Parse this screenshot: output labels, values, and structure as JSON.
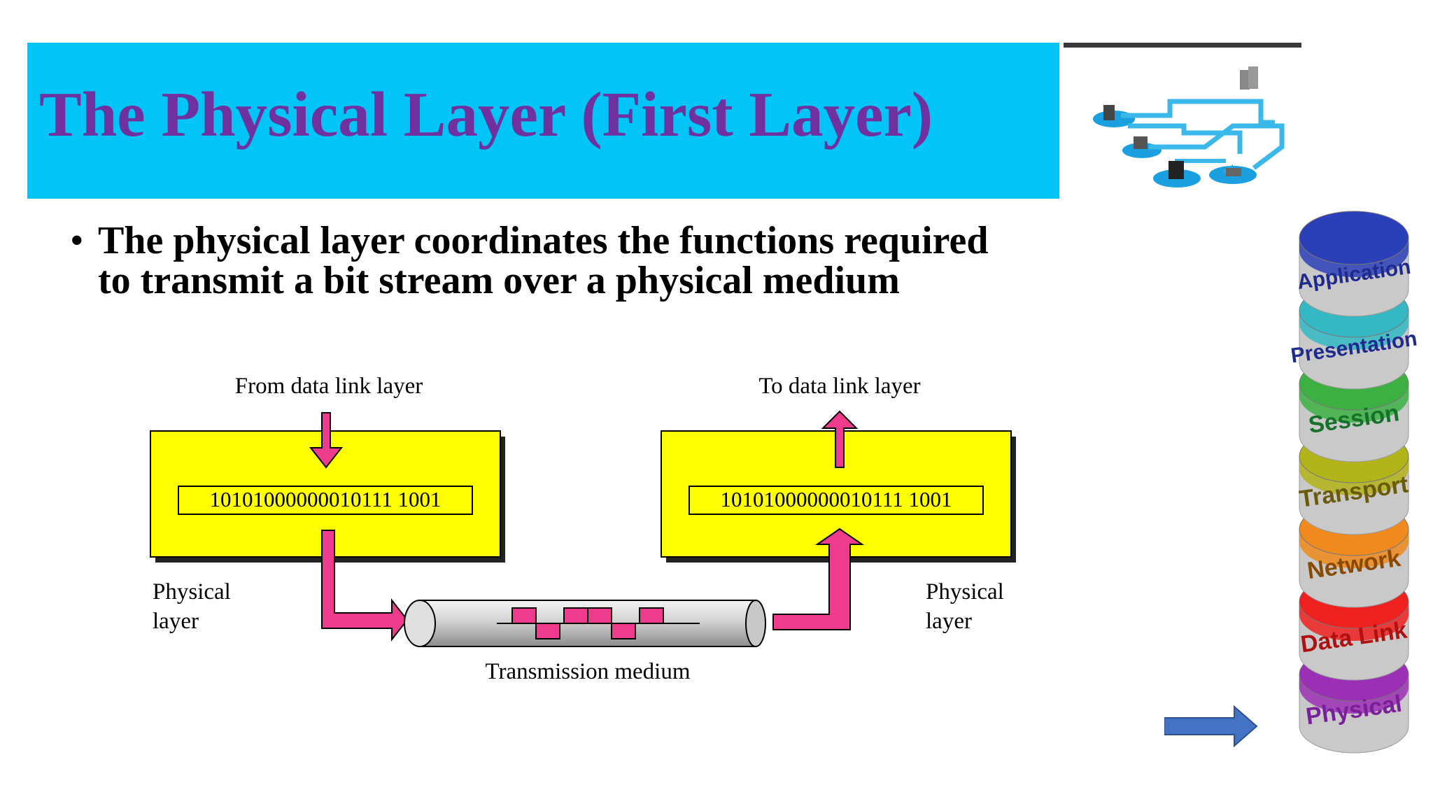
{
  "slide": {
    "title": "The Physical Layer (First Layer)",
    "bullet_marker": "•",
    "bullet": "The physical layer coordinates the functions required to transmit a bit stream over a physical medium"
  },
  "diagram": {
    "from_label": "From data link layer",
    "to_label": "To data link layer",
    "sender_bits": "10101000000010111 1001",
    "receiver_bits": "10101000000010111 1001",
    "left_layer_line1": "Physical",
    "left_layer_line2": "layer",
    "right_layer_line1": "Physical",
    "right_layer_line2": "layer",
    "medium_label": "Transmission medium"
  },
  "osi_stack": {
    "layers": [
      "Application",
      "Presentation",
      "Session",
      "Transport",
      "Network",
      "Data Link",
      "Physical"
    ],
    "colors": [
      "#2b3fb8",
      "#33b8c4",
      "#3cb043",
      "#b3b31a",
      "#f08a1c",
      "#ee2020",
      "#9b2fb5"
    ],
    "label_colors": [
      "#1f2a8c",
      "#1f2a8c",
      "#15702a",
      "#6a5a0a",
      "#8a4a00",
      "#b01010",
      "#7a1f9a"
    ],
    "highlighted": "Physical"
  },
  "colors": {
    "title_band": "#00c5f6",
    "title_text": "#7030a0",
    "box_fill": "#ffff00",
    "arrow_fill": "#ef3b8e",
    "pointer_arrow": "#4472c4"
  }
}
